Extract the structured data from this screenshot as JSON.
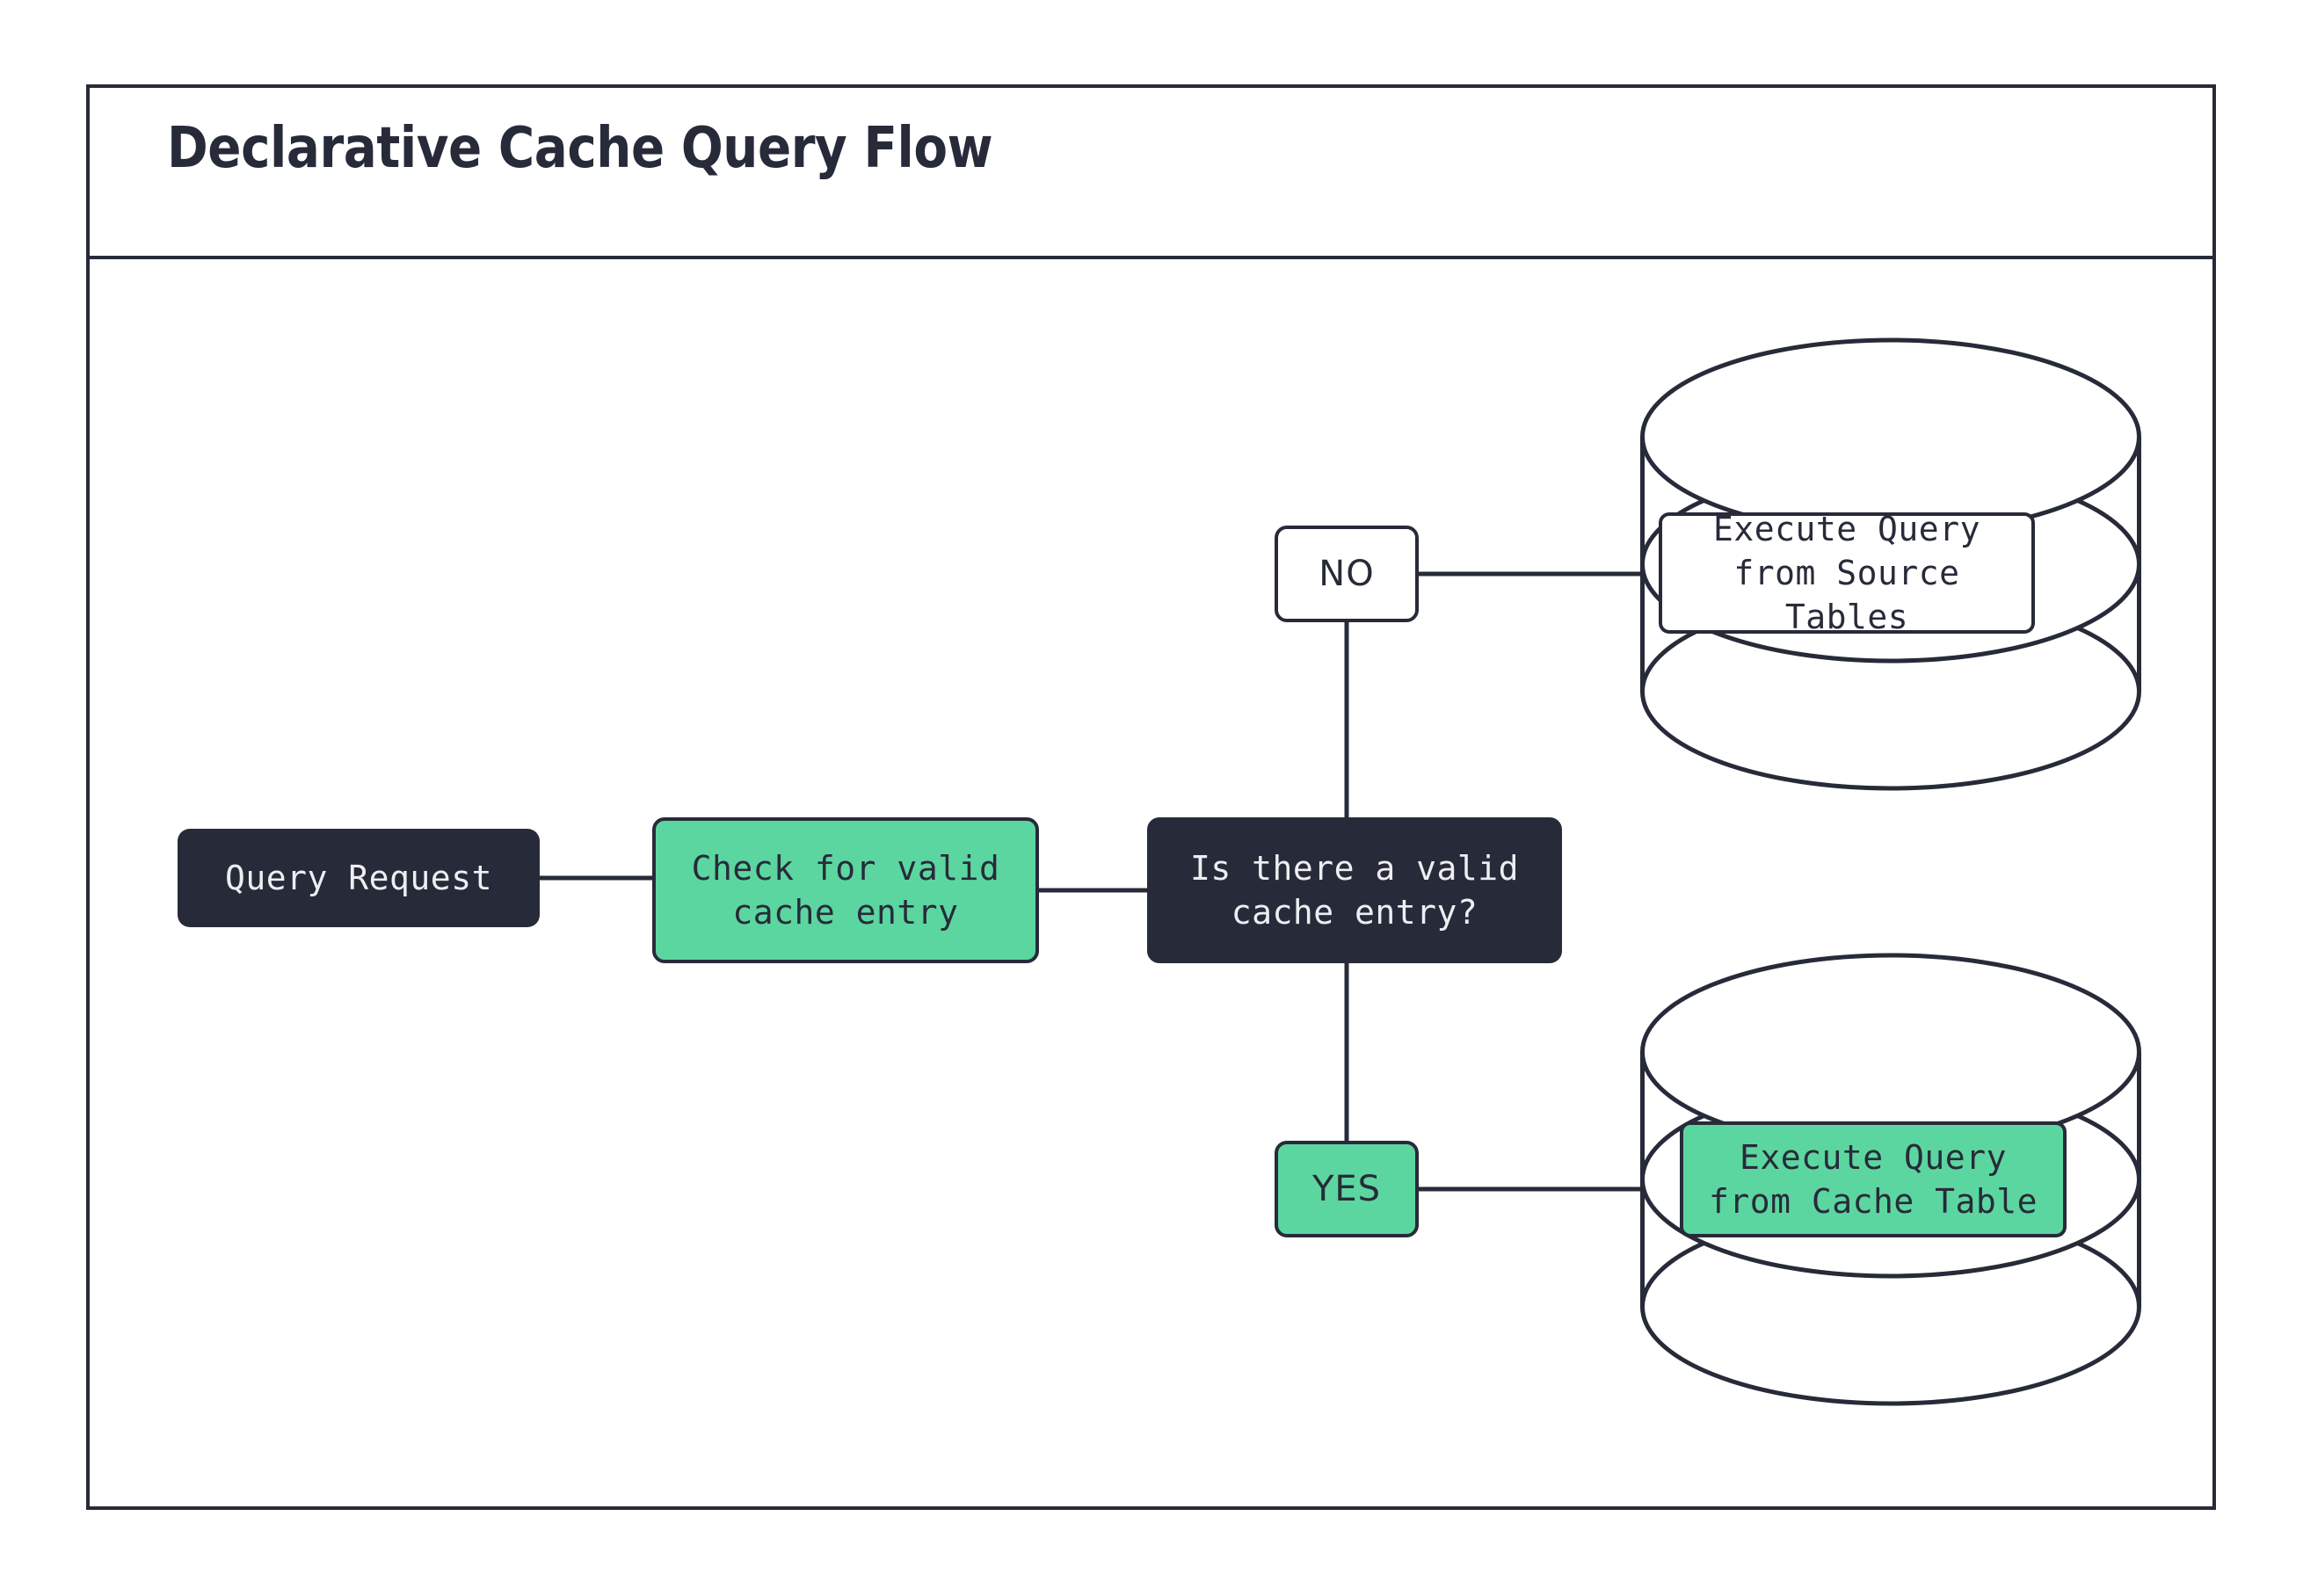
{
  "diagram": {
    "title": "Declarative Cache Query Flow",
    "type": "flowchart",
    "colors": {
      "dark": "#272b39",
      "green": "#5cd6a0",
      "white": "#ffffff",
      "light_text": "#eceef2"
    },
    "nodes": [
      {
        "id": "query_request",
        "label": "Query Request",
        "shape": "rounded-rect",
        "style": "dark"
      },
      {
        "id": "check_cache",
        "label": "Check for valid\ncache entry",
        "shape": "rounded-rect",
        "style": "green"
      },
      {
        "id": "decision",
        "label": "Is there a valid\ncache entry?",
        "shape": "rounded-rect",
        "style": "dark"
      },
      {
        "id": "source_db",
        "label": "Execute Query\nfrom Source Tables",
        "shape": "cylinder",
        "style": "white"
      },
      {
        "id": "cache_db",
        "label": "Execute Query\nfrom Cache Table",
        "shape": "cylinder",
        "style": "green"
      }
    ],
    "edge_labels": [
      {
        "id": "no",
        "label": "NO",
        "style": "white"
      },
      {
        "id": "yes",
        "label": "YES",
        "style": "green"
      }
    ],
    "edges": [
      {
        "from": "query_request",
        "to": "check_cache"
      },
      {
        "from": "check_cache",
        "to": "decision"
      },
      {
        "from": "decision",
        "to": "no"
      },
      {
        "from": "no",
        "to": "source_db"
      },
      {
        "from": "decision",
        "to": "yes"
      },
      {
        "from": "yes",
        "to": "cache_db"
      }
    ]
  }
}
